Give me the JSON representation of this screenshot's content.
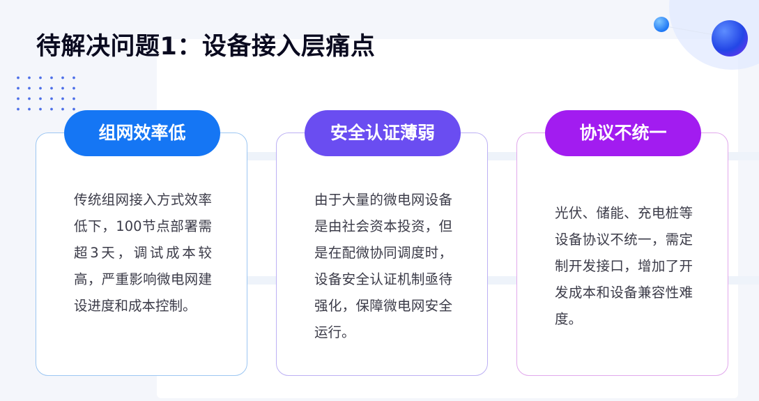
{
  "title": "待解决问题1：设备接入层痛点",
  "colors": {
    "accent_blue": "#1576f4",
    "accent_indigo": "#6a4df1",
    "accent_purple": "#a21cf0",
    "title_text": "#0a0a1f",
    "body_text": "#3b3b48"
  },
  "cards": [
    {
      "label": "组网效率低",
      "text": "传统组网接入方式效率低下，100节点部署需超3天，调试成本较高，严重影响微电网建设进度和成本控制。"
    },
    {
      "label": "安全认证薄弱",
      "text": "由于大量的微电网设备是由社会资本投资，但是在配微协同调度时，设备安全认证机制亟待强化，保障微电网安全运行。"
    },
    {
      "label": "协议不统一",
      "text": "光伏、储能、充电桩等设备协议不统一，需定制开发接口，增加了开发成本和设备兼容性难度。"
    }
  ]
}
